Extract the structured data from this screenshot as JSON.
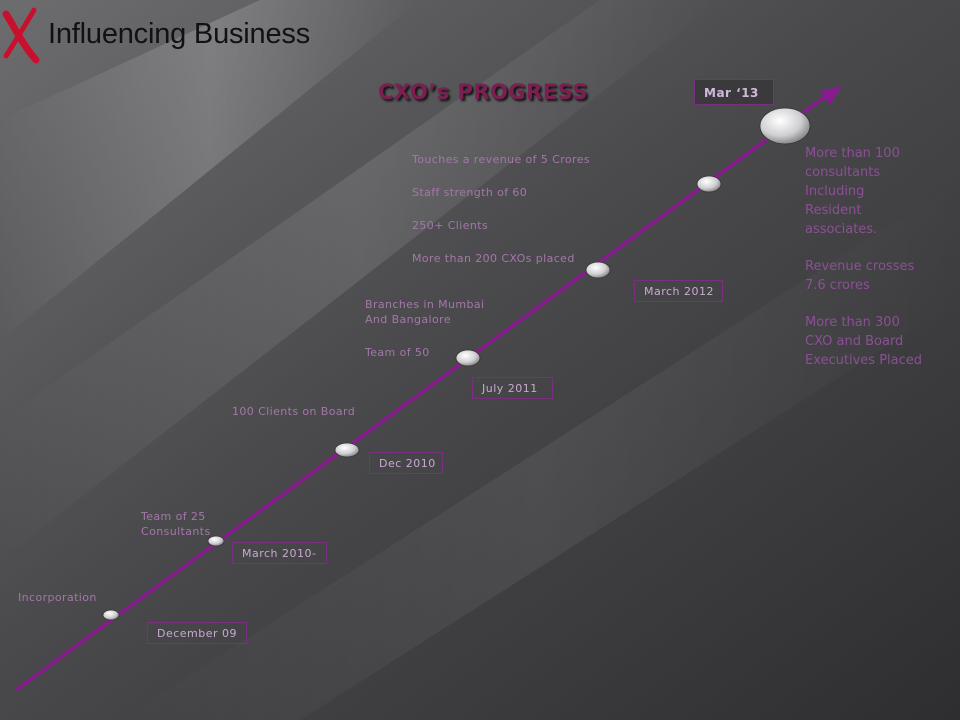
{
  "header": {
    "brand": "Influencing Business",
    "title": "CXO’s PROGRESS",
    "logo_icon": "red-x-swoosh-icon"
  },
  "colors": {
    "line": "#8a1a8f",
    "title": "#7a1f4f",
    "note_text": "#a377a8",
    "box_border": "#7a2f80"
  },
  "milestones": [
    {
      "date": "December 09",
      "notes": [
        "Incorporation"
      ]
    },
    {
      "date": "March 2010-",
      "notes": [
        "Team of 25",
        "Consultants"
      ]
    },
    {
      "date": "Dec 2010",
      "notes": [
        "100 Clients  on Board"
      ]
    },
    {
      "date": "July 2011",
      "notes": [
        "Branches  in Mumbai",
        "And Bangalore",
        "",
        "Team of 50"
      ]
    },
    {
      "date": "March 2012",
      "notes": [
        "Touches  a revenue  of 5 Crores",
        "",
        "Staff strength  of 60",
        "",
        "250+ Clients",
        "",
        "More than 200 CXOs placed"
      ]
    },
    {
      "date": "",
      "notes": []
    },
    {
      "date": "Mar ‘13",
      "notes": [
        "More than 100",
        "consultants",
        "Including",
        "Resident",
        "associates.",
        "",
        "Revenue crosses",
        "7.6 crores",
        "",
        "More than 300",
        "CXO and Board",
        "Executives Placed"
      ]
    }
  ]
}
